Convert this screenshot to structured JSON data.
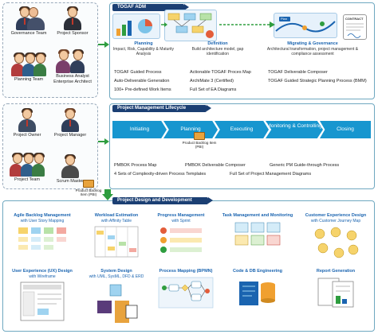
{
  "people_top": {
    "governance_team": "Governance Team",
    "project_sponsor": "Project Sponsor",
    "planning_team": "Planning Team",
    "business_analyst": "Business Analyst Enterprise Architect"
  },
  "people_mid": {
    "project_owner": "Project Owner",
    "project_manager": "Project Manager",
    "project_team": "Project Team",
    "scrum_master": "Scrum Master"
  },
  "togaf": {
    "header": "TOGAF ADM",
    "steps": [
      {
        "title": "Planning",
        "desc": "Impact, Risk, Capability & Maturity Analysis"
      },
      {
        "title": "Definition",
        "desc": "Build architecture model, gap identification"
      },
      {
        "title": "Migrating & Governance",
        "desc": "Architectural transformation, project management & compliance assessment"
      }
    ],
    "contract_label": "CONTRACT",
    "plan_label": "Plan",
    "features": [
      [
        "TOGAF Guided Process",
        "Actionable TOGAF Proces Map",
        "TOGAF Deliverable Composer"
      ],
      [
        "Auto-Deliverable Generation",
        "ArchiMate 3 (Certified)",
        "TOGAF Guided Strategic Planning Process (BMM)"
      ],
      [
        "100+ Pre-defined Work Items",
        "Full Set of EA Diagrams",
        ""
      ]
    ]
  },
  "pm": {
    "header": "Project Management Lifecycle",
    "stages": [
      "Initiating",
      "Planning",
      "Executing",
      "Monitoring & Controlling",
      "Closing"
    ],
    "backlog_label": "Product Backlog Item (PBI)",
    "backlog_label_left": "Product Backlog Item (PBI)",
    "features": [
      [
        "PMBOK Process Map",
        "PMBOK Deliverable Composer",
        "Generic PM Guide-through Process"
      ],
      [
        "4 Sets of Complexity-driven Process Templates",
        "Full Set of Project Management Diagrams",
        ""
      ]
    ]
  },
  "design": {
    "header": "Project Design and Development",
    "row1": [
      {
        "title": "Agile Backlog Management",
        "sub": "with User Story Mapping"
      },
      {
        "title": "Workload Estimation",
        "sub": "with Affinity Table"
      },
      {
        "title": "Progress Management",
        "sub": "with Sprint"
      },
      {
        "title": "Task Management and Monitoring",
        "sub": ""
      },
      {
        "title": "Customer Experience Design",
        "sub": "with Customer Journey Map"
      }
    ],
    "row2": [
      {
        "title": "User Experience (UX) Design",
        "sub": "with Wireframe"
      },
      {
        "title": "System Design",
        "sub": "with UML, SysML, DFD & ERD"
      },
      {
        "title": "Process Mapping (BPMN)",
        "sub": ""
      },
      {
        "title": "Code & DB Engineering",
        "sub": ""
      },
      {
        "title": "Report Generation",
        "sub": ""
      }
    ]
  },
  "colors": {
    "navy": "#1b3f73",
    "chevron": "#1796cf",
    "accent_green": "#2e9d3f",
    "title_blue": "#1a64b0"
  }
}
